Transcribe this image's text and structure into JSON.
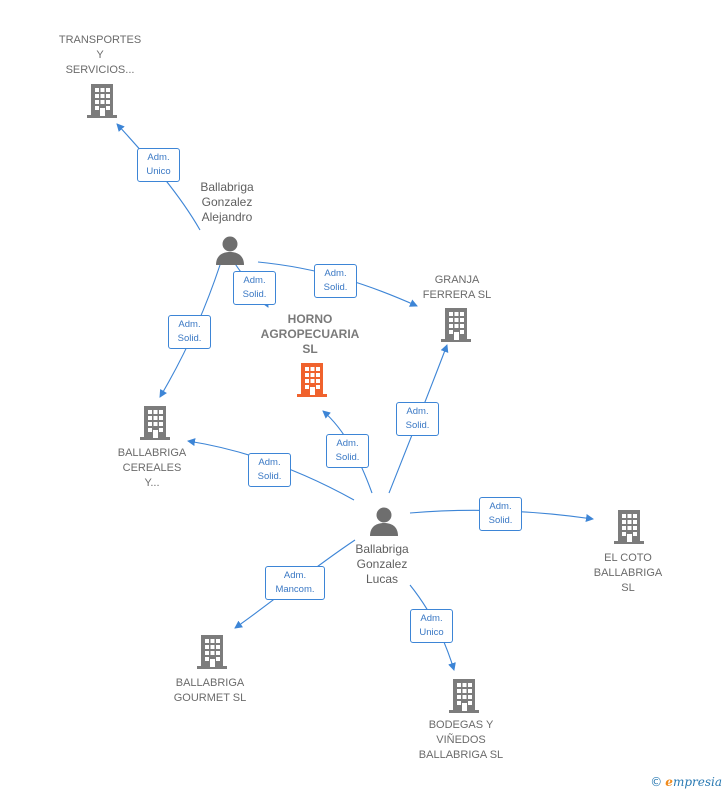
{
  "nodes": {
    "transportes": "TRANSPORTES\nY\nSERVICIOS...",
    "alejandro": "Ballabriga\nGonzalez\nAlejandro",
    "granja": "GRANJA\nFERRERA  SL",
    "horno": "HORNO\nAGROPECUARIA\nSL",
    "cereales": "BALLABRIGA\nCEREALES\nY...",
    "lucas": "Ballabriga\nGonzalez\nLucas",
    "el_coto": "EL COTO\nBALLABRIGA\nSL",
    "gourmet": "BALLABRIGA\nGOURMET SL",
    "bodegas": "BODEGAS Y\nVIÑEDOS\nBALLABRIGA SL"
  },
  "edge_labels": {
    "alejandro_transportes": "Adm.\nUnico",
    "alejandro_horno": "Adm.\nSolid.",
    "alejandro_granja": "Adm.\nSolid.",
    "alejandro_cereales": "Adm.\nSolid.",
    "lucas_granja": "Adm.\nSolid.",
    "lucas_horno": "Adm.\nSolid.",
    "lucas_cereales": "Adm.\nSolid.",
    "lucas_el_coto": "Adm.\nSolid.",
    "lucas_gourmet": "Adm.\nMancom.",
    "lucas_bodegas": "Adm.\nUnico"
  },
  "footer": {
    "copyright": "©",
    "brand_first": "e",
    "brand_rest": "mpresia"
  },
  "colors": {
    "edge": "#3d85d6",
    "building": "#7c7c7c",
    "main_building": "#f0622d",
    "person": "#6e6e6e"
  }
}
